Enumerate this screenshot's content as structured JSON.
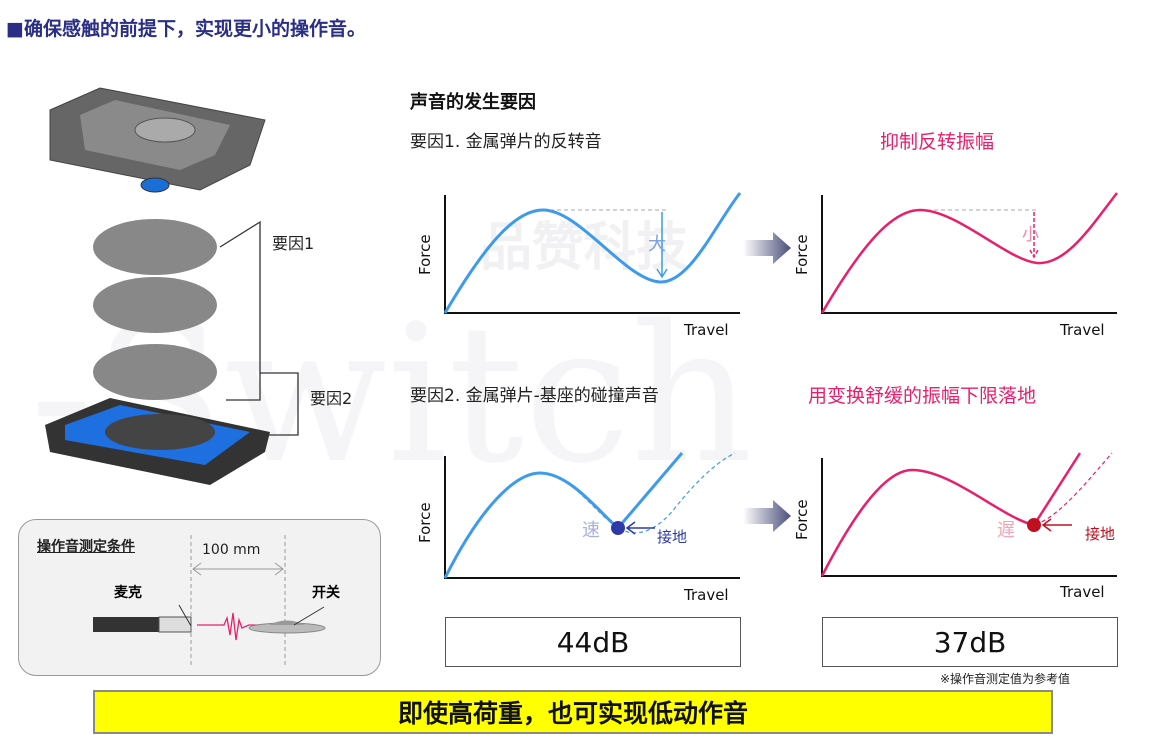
{
  "title": "■确保感触的前提下，实现更小的操作音。",
  "parts": {
    "factor1": "要因1",
    "factor2": "要因2"
  },
  "condition": {
    "heading": "操作音测定条件",
    "distance": "100 mm",
    "mic": "麦克",
    "switch": "开关"
  },
  "section_title": "声音的发生要因",
  "factor1": {
    "label": "要因1. 金属弹片的反转音",
    "solution": "抑制反转振幅",
    "before_mark": "大",
    "after_mark": "小"
  },
  "factor2": {
    "label": "要因2. 金属弹片-基座的碰撞声音",
    "solution": "用变换舒缓的振幅下限落地",
    "before_mark": "速",
    "after_mark": "遅",
    "contact": "接地"
  },
  "axes": {
    "y": "Force",
    "x": "Travel"
  },
  "results": {
    "before": "44dB",
    "after": "37dB",
    "note": "※操作音测定值为参考值"
  },
  "watermark": {
    "text": "品赞科技",
    "brand": "-Switch"
  },
  "banner": "即使高荷重，也可实现低动作音",
  "colors": {
    "blue": "#3d9be9",
    "pink": "#e8206b",
    "navy": "#2a2f85",
    "yellow": "#ffff00"
  }
}
